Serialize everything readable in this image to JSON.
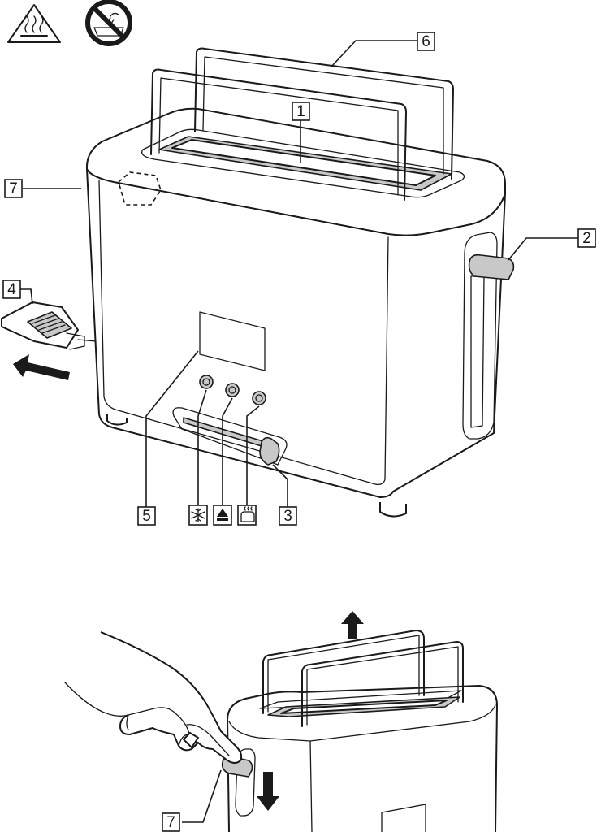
{
  "callouts": {
    "c1": "1",
    "c2": "2",
    "c3": "3",
    "c4": "4",
    "c5": "5",
    "c6": "6",
    "c7_top": "7",
    "c7_bottom": "7"
  },
  "icons": {
    "warning": "hot-surface-warning-icon",
    "no_water": "no-bath-shower-icon",
    "defrost": "snowflake-icon",
    "cancel": "eject-icon",
    "reheat": "reheat-icon"
  },
  "colors": {
    "line": "#1a1a1a",
    "fill_grey": "#c8c8c8",
    "background": "#ffffff"
  }
}
